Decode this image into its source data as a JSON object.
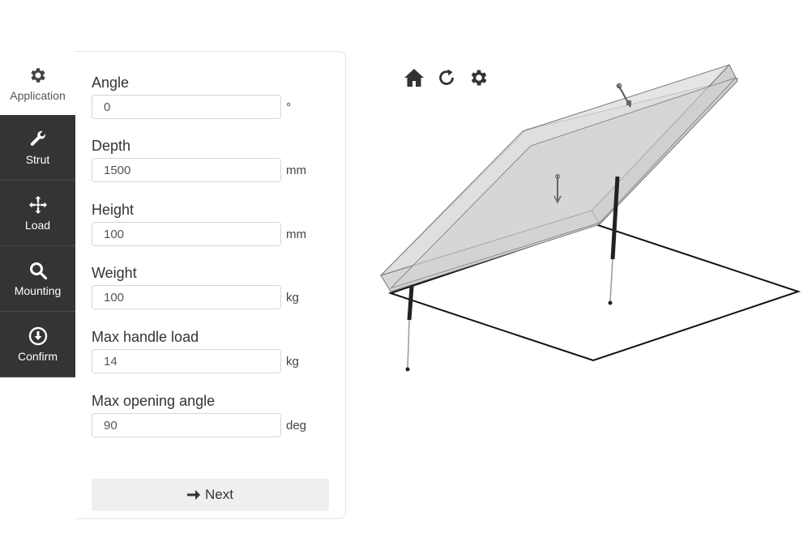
{
  "nav": {
    "items": [
      {
        "label": "Application",
        "icon": "gear-icon",
        "active": true
      },
      {
        "label": "Strut",
        "icon": "wrench-icon",
        "active": false
      },
      {
        "label": "Load",
        "icon": "move-icon",
        "active": false
      },
      {
        "label": "Mounting",
        "icon": "search-icon",
        "active": false
      },
      {
        "label": "Confirm",
        "icon": "download-circle-icon",
        "active": false
      }
    ]
  },
  "form": {
    "fields": [
      {
        "label": "Angle",
        "value": "0",
        "unit": "°"
      },
      {
        "label": "Depth",
        "value": "1500",
        "unit": "mm"
      },
      {
        "label": "Height",
        "value": "100",
        "unit": "mm"
      },
      {
        "label": "Weight",
        "value": "100",
        "unit": "kg"
      },
      {
        "label": "Max handle load",
        "value": "14",
        "unit": "kg"
      },
      {
        "label": "Max opening angle",
        "value": "90",
        "unit": "deg"
      }
    ],
    "next_label": "Next"
  },
  "viewer": {
    "toolbar": [
      "home-icon",
      "reset-icon",
      "settings-icon"
    ]
  }
}
